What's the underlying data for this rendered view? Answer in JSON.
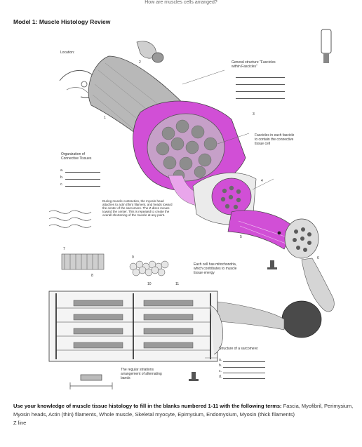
{
  "page": {
    "header": "How are muscles cells arranged?",
    "model_title": "Model 1: Muscle Histology Review"
  },
  "figure": {
    "location_label": "Location:",
    "general_structure_label": "General structure \"Fascicles within Fascicles\"",
    "organization_label": "Organization of Connective Tissues",
    "organization_items": [
      "a.",
      "b.",
      "c."
    ],
    "fascicle_desc": "Fascicles in each fascicle to contain the connective tissue cell",
    "contraction_desc": "During muscle contraction, the myosin head attaches to actin (thin) filament, and heads toward the center of the sarcomere. The Z-discs moves toward the center. This is repeated to create the overall shortening of the muscle at any point.",
    "mitochondria_desc": "Each cell has mitochondria, which contributes to muscle tissue energy",
    "sarcomere_label": "Structure of a sarcomere:",
    "sarcomere_items": [
      "a.",
      "b.",
      "c.",
      "d."
    ],
    "bottom_desc": "The regular striations arrangement of alternating bands",
    "numbers": [
      "1",
      "2",
      "3",
      "4",
      "5",
      "6",
      "7",
      "8",
      "9",
      "10",
      "11"
    ]
  },
  "instructions": {
    "lead_bold": "Use your knowledge of muscle tissue histology to fill in the blanks numbered 1-11 with the following terms:",
    "terms": " Fascia, Myofibril, Perimysium, Myosin heads, Actin (thin) filaments, Whole muscle, Skeletal myocyte, Epimysium, Endomysium, Myosin (thick filaments)",
    "tail": "Z line"
  },
  "colors": {
    "magenta": "#d14fd6",
    "magenta_light": "#e9a6eb",
    "gray_muscle": "#a9a9a9",
    "dark": "#3a3a3a"
  }
}
